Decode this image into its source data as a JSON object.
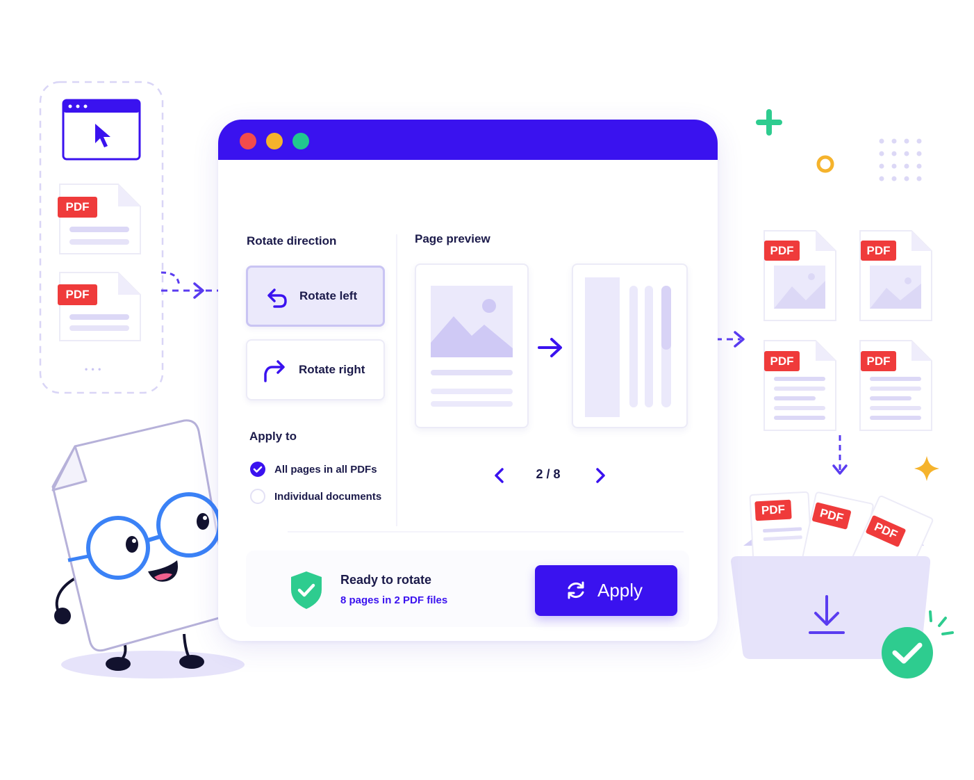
{
  "colors": {
    "accent": "#3a12ef",
    "accent_light": "#ebe9fb",
    "pdf_red": "#ef3b3b",
    "success_green": "#2ecc8f",
    "traffic_red": "#f24c4c",
    "traffic_yellow": "#f5b32c",
    "traffic_green": "#21c78f"
  },
  "left_panel": {
    "pdf_labels": [
      "PDF",
      "PDF"
    ],
    "more": "• • •"
  },
  "window": {
    "rotate_direction": {
      "label": "Rotate direction",
      "options": [
        {
          "label": "Rotate left",
          "icon": "rotate-left-icon",
          "selected": true
        },
        {
          "label": "Rotate right",
          "icon": "rotate-right-icon",
          "selected": false
        }
      ]
    },
    "apply_to": {
      "label": "Apply to",
      "options": [
        {
          "label": "All pages in all PDFs",
          "checked": true
        },
        {
          "label": "Individual documents",
          "checked": false
        }
      ]
    },
    "preview": {
      "label": "Page preview",
      "pager": "2 / 8"
    },
    "footer": {
      "status_title": "Ready to rotate",
      "status_detail": "8 pages in 2 PDF files",
      "apply_label": "Apply",
      "apply_icon": "refresh-icon"
    }
  },
  "right_panel": {
    "pdf_labels": [
      "PDF",
      "PDF",
      "PDF",
      "PDF"
    ],
    "folder_pdf_labels": [
      "PDF",
      "PDF",
      "PDF"
    ]
  }
}
